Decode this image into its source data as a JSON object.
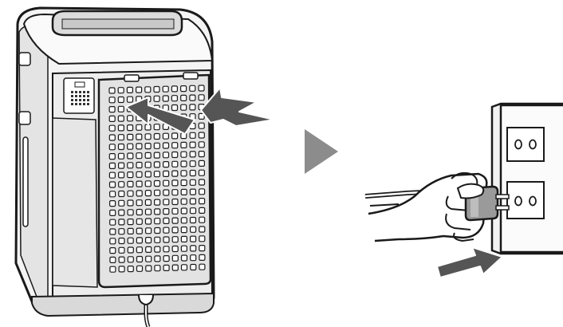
{
  "steps": [
    {
      "id": "attach-back-panel",
      "icon": "air-purifier-back-icon"
    },
    {
      "id": "plug-into-outlet",
      "icon": "hand-plug-outlet-icon"
    }
  ],
  "colors": {
    "outline": "#1a1a1a",
    "body_fill": "#f4f4f4",
    "shadow_fill": "#d9d9d9",
    "panel_fill": "#e3e3e3",
    "arrow_fill": "#555555",
    "step_arrow_fill": "#8c8c8c",
    "plug_fill": "#9a9a9a",
    "background": "#ffffff"
  },
  "grille": {
    "rows": 20,
    "cols": 11
  }
}
